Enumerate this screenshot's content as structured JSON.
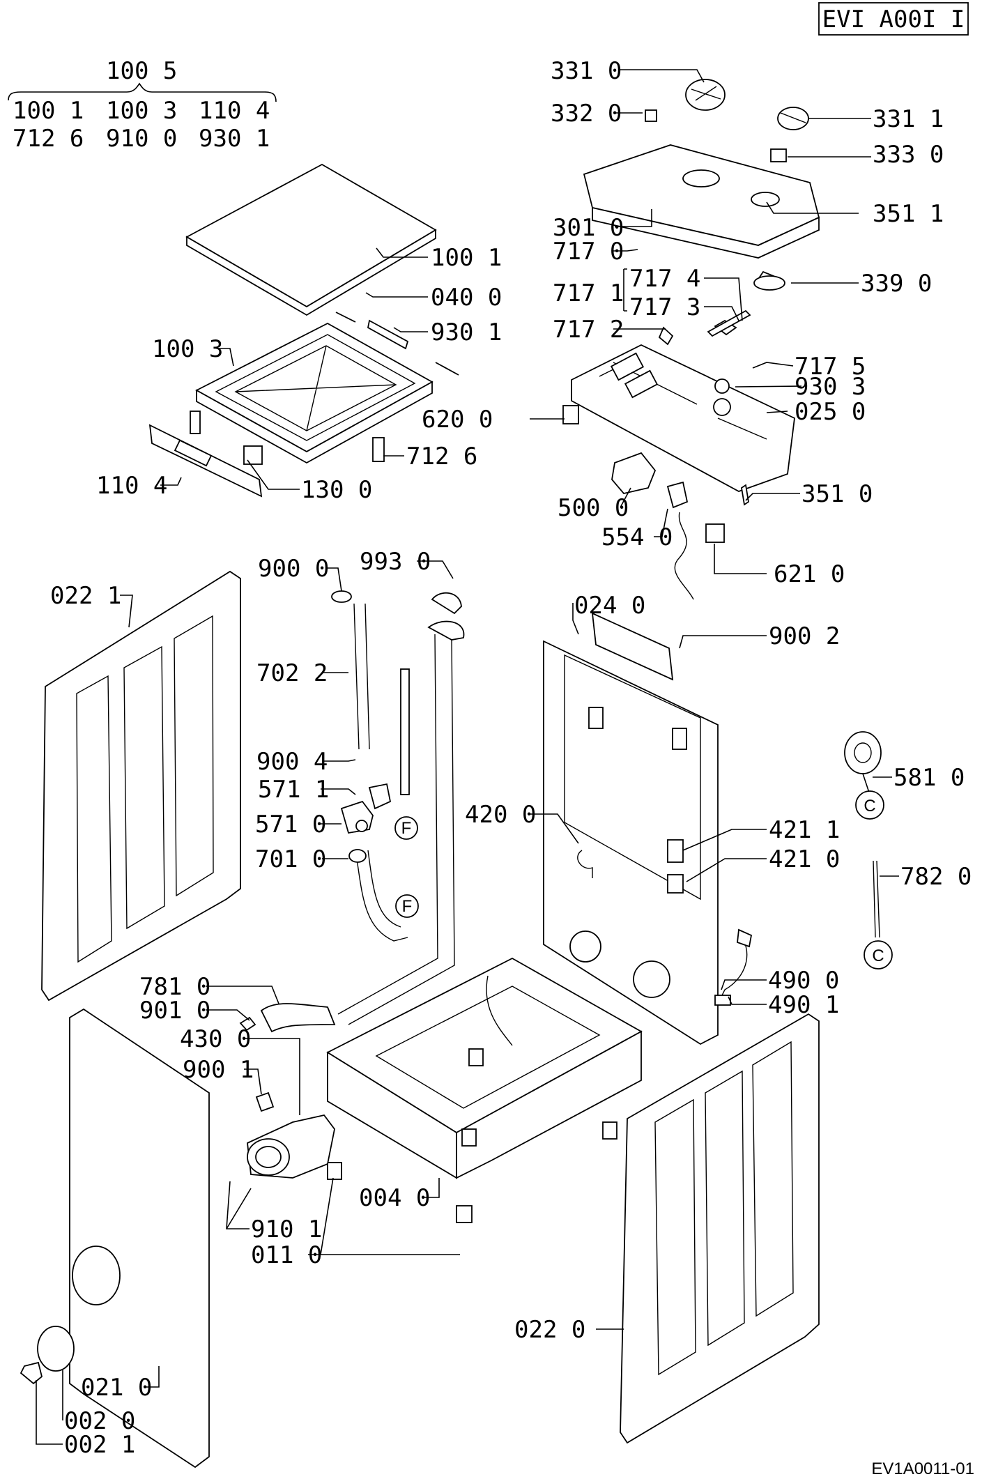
{
  "document_code": "EVI A00I I",
  "drawing_number": "EV1A0011-01",
  "group_header": {
    "title": "100 5",
    "row1": [
      "100 1",
      "100 3",
      "110 4"
    ],
    "row2": [
      "712 6",
      "910 0",
      "930 1"
    ]
  },
  "part_labels": {
    "p3310": "331 0",
    "p3320": "332 0",
    "p3311": "331 1",
    "p3330": "333 0",
    "p3511": "351 1",
    "p3010": "301 0",
    "p7170": "717 0",
    "p7171": "717 1",
    "p7174": "717 4",
    "p7173": "717 3",
    "p7172": "717 2",
    "p3390": "339 0",
    "p7175": "717 5",
    "p9303": "930 3",
    "p0250": "025 0",
    "p6200": "620 0",
    "p3510": "351 0",
    "p5000": "500 0",
    "p5540": "554 0",
    "p6210": "621 0",
    "p1001": "100 1",
    "p0400": "040 0",
    "p9301": "930 1",
    "p1003": "100 3",
    "p7126": "712 6",
    "p1104": "110 4",
    "p1300": "130 0",
    "p9000": "900 0",
    "p9930": "993 0",
    "p0221": "022 1",
    "p0240": "024 0",
    "p9002": "900 2",
    "p7022": "702 2",
    "p9004": "900 4",
    "p5711": "571 1",
    "p5710": "571 0",
    "p7010": "701 0",
    "p4200": "420 0",
    "p4211": "421 1",
    "p4210": "421 0",
    "p5810": "581 0",
    "p7820": "782 0",
    "p7810": "781 0",
    "p9010": "901 0",
    "p4300": "430 0",
    "p9001": "900 1",
    "p4900": "490 0",
    "p4901": "490 1",
    "p0040": "004 0",
    "p9101": "910 1",
    "p0110": "011 0",
    "p0220": "022 0",
    "p0210": "021 0",
    "p0020": "002 0",
    "p0021": "002 1"
  },
  "connectors": {
    "f_upper": "F",
    "f_lower": "F",
    "c_upper": "C",
    "c_lower": "C"
  }
}
